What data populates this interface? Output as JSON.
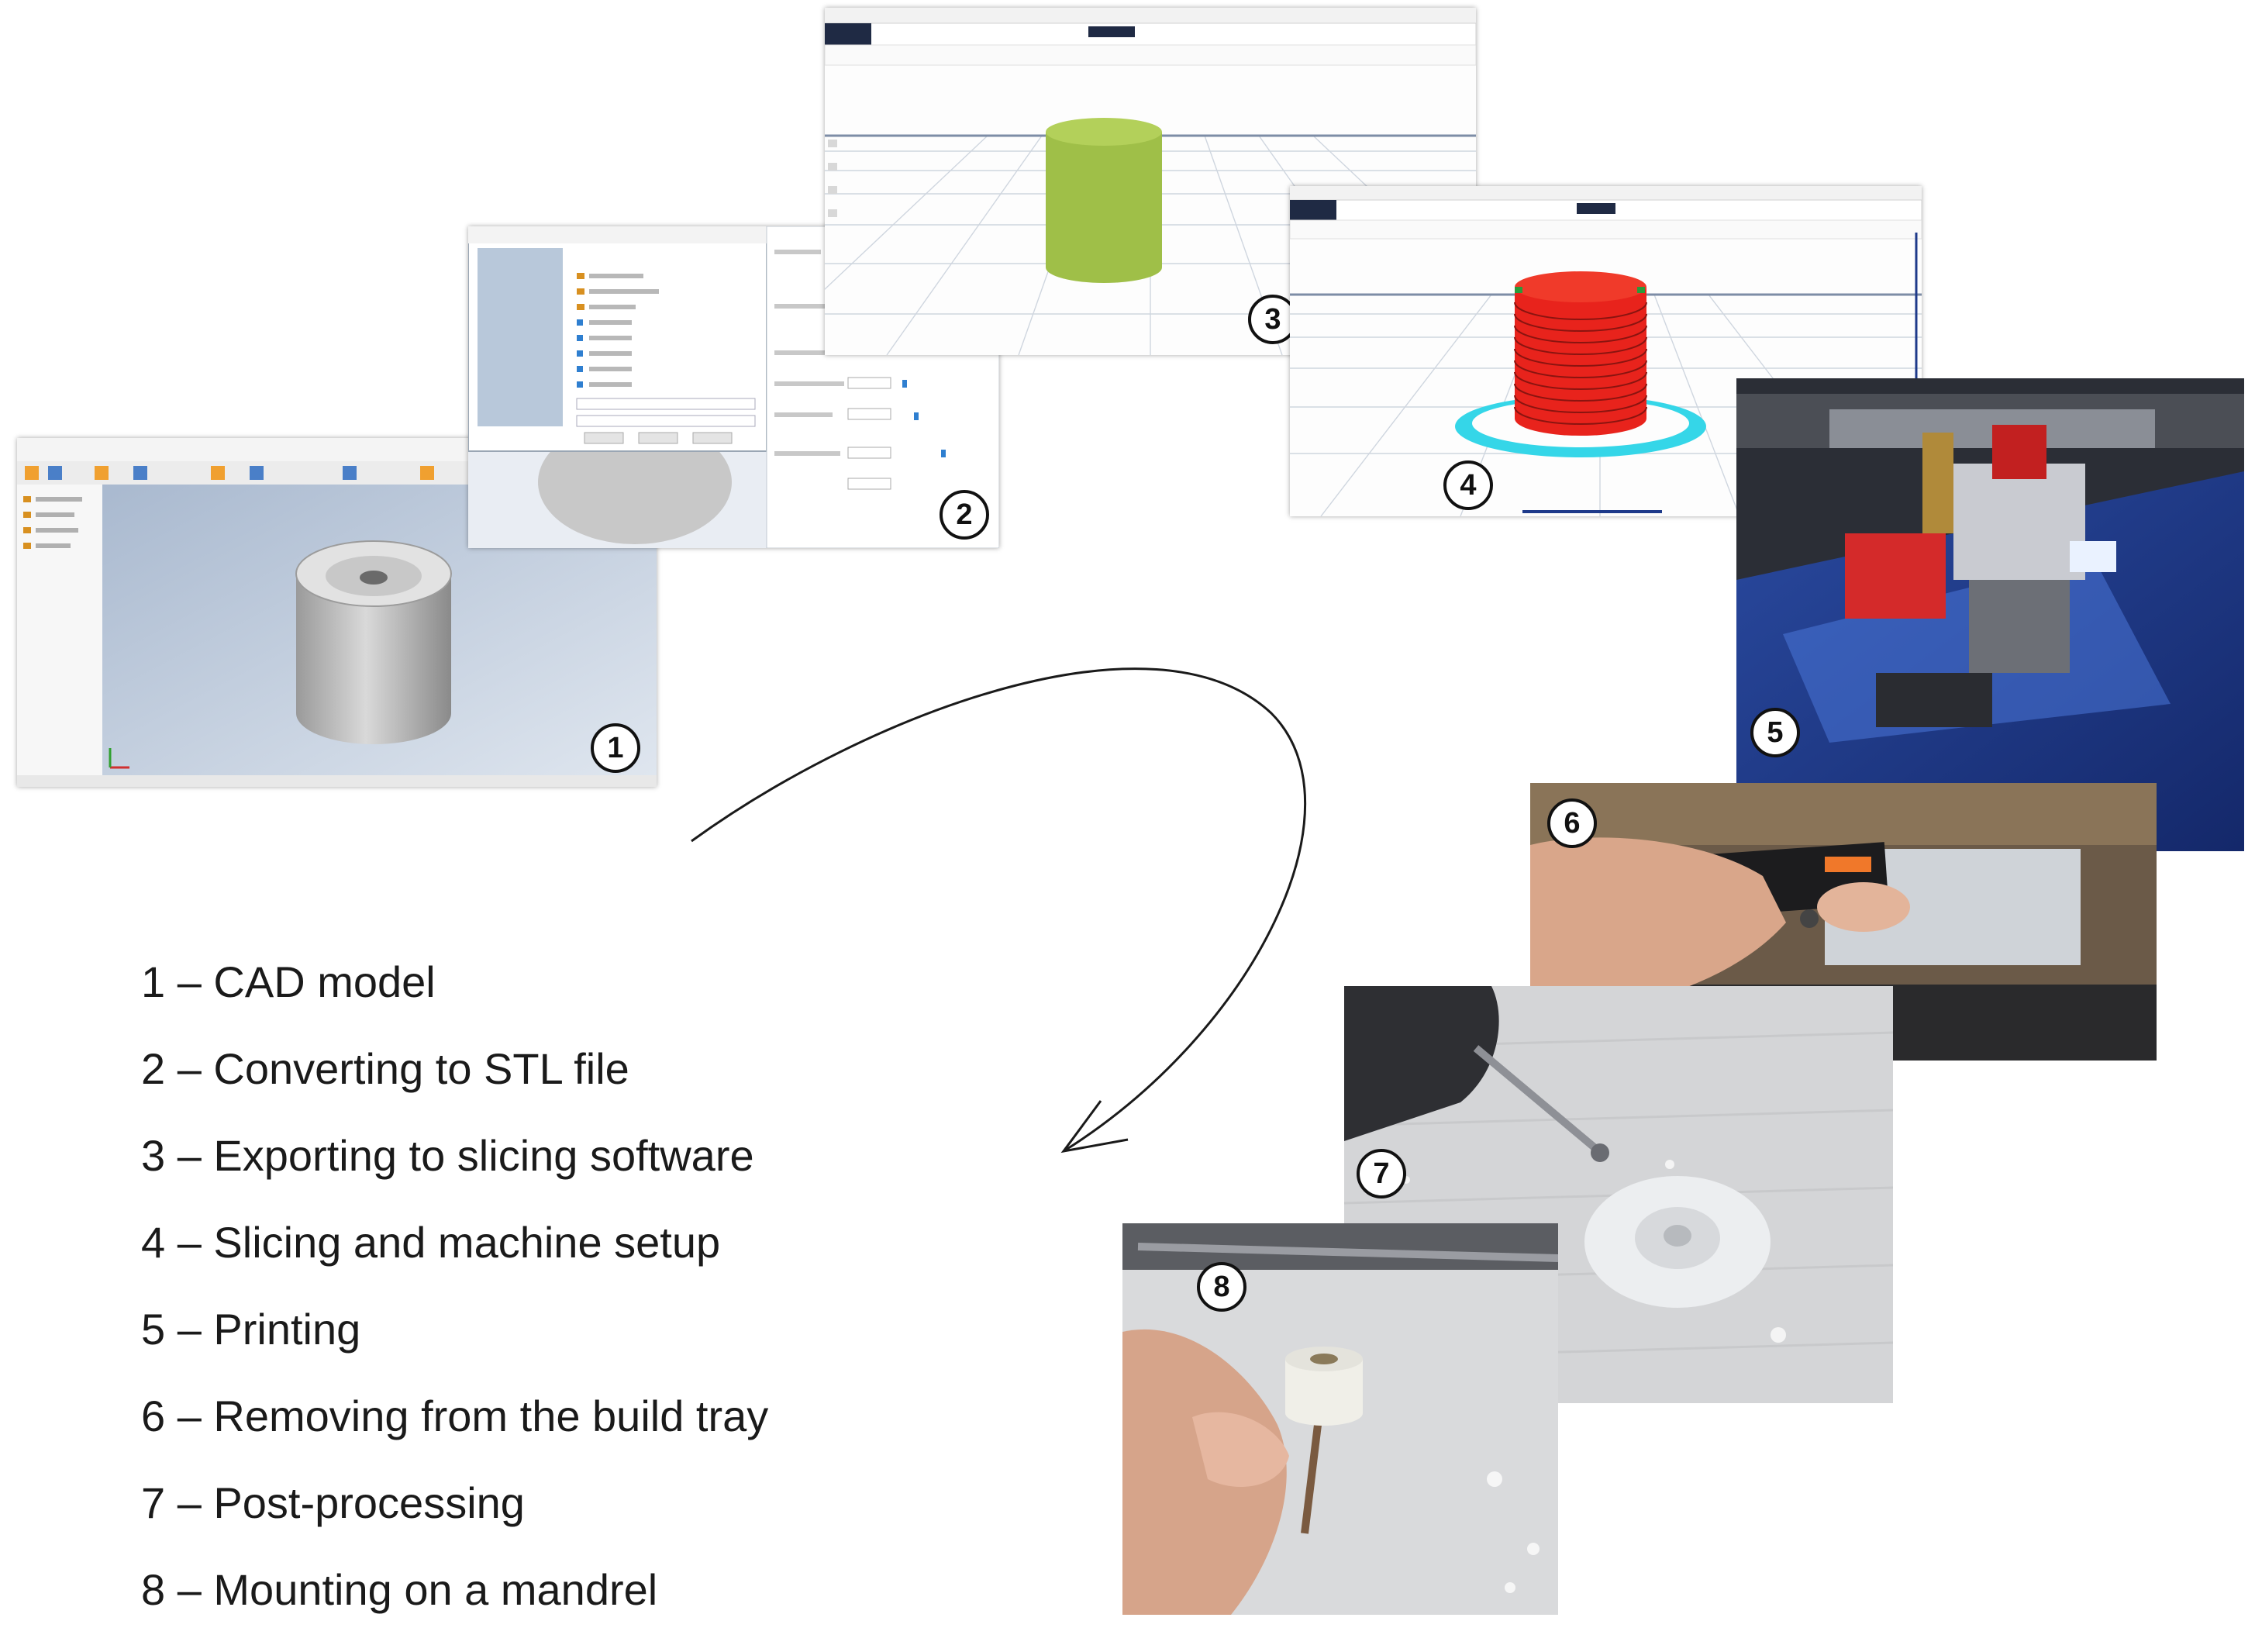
{
  "steps": [
    {
      "number": "1",
      "label": "1 – CAD model"
    },
    {
      "number": "2",
      "label": "2 – Converting to STL file"
    },
    {
      "number": "3",
      "label": "3 – Exporting to slicing software"
    },
    {
      "number": "4",
      "label": "4 – Slicing and machine setup"
    },
    {
      "number": "5",
      "label": "5 – Printing"
    },
    {
      "number": "6",
      "label": "6 – Removing from the build tray"
    },
    {
      "number": "7",
      "label": "7 – Post-processing"
    },
    {
      "number": "8",
      "label": "8 – Mounting on a mandrel"
    }
  ],
  "colors": {
    "cad_viewport": "#b9c6d8",
    "slicer_model": "#9fbf48",
    "sliced_layers": "#e8231c",
    "brim": "#35d6e8",
    "build_plate": "#1e3a8a"
  }
}
